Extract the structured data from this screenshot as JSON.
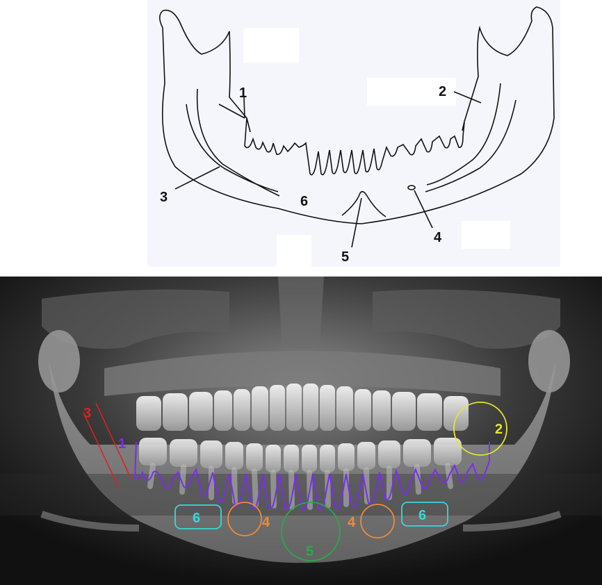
{
  "diagram": {
    "labels": [
      "1",
      "2",
      "3",
      "4",
      "5",
      "6"
    ]
  },
  "xray": {
    "labels": {
      "l1": "1",
      "l2": "2",
      "l3": "3",
      "l4_left": "4",
      "l4_right": "4",
      "l5": "5",
      "l6_left": "6",
      "l6_right": "6"
    },
    "colors": {
      "l1": "#7b2cf0",
      "l2": "#e6e633",
      "l3": "#e02020",
      "l4": "#f08a3a",
      "l5": "#2aa84a",
      "l6": "#38d8d8"
    }
  }
}
